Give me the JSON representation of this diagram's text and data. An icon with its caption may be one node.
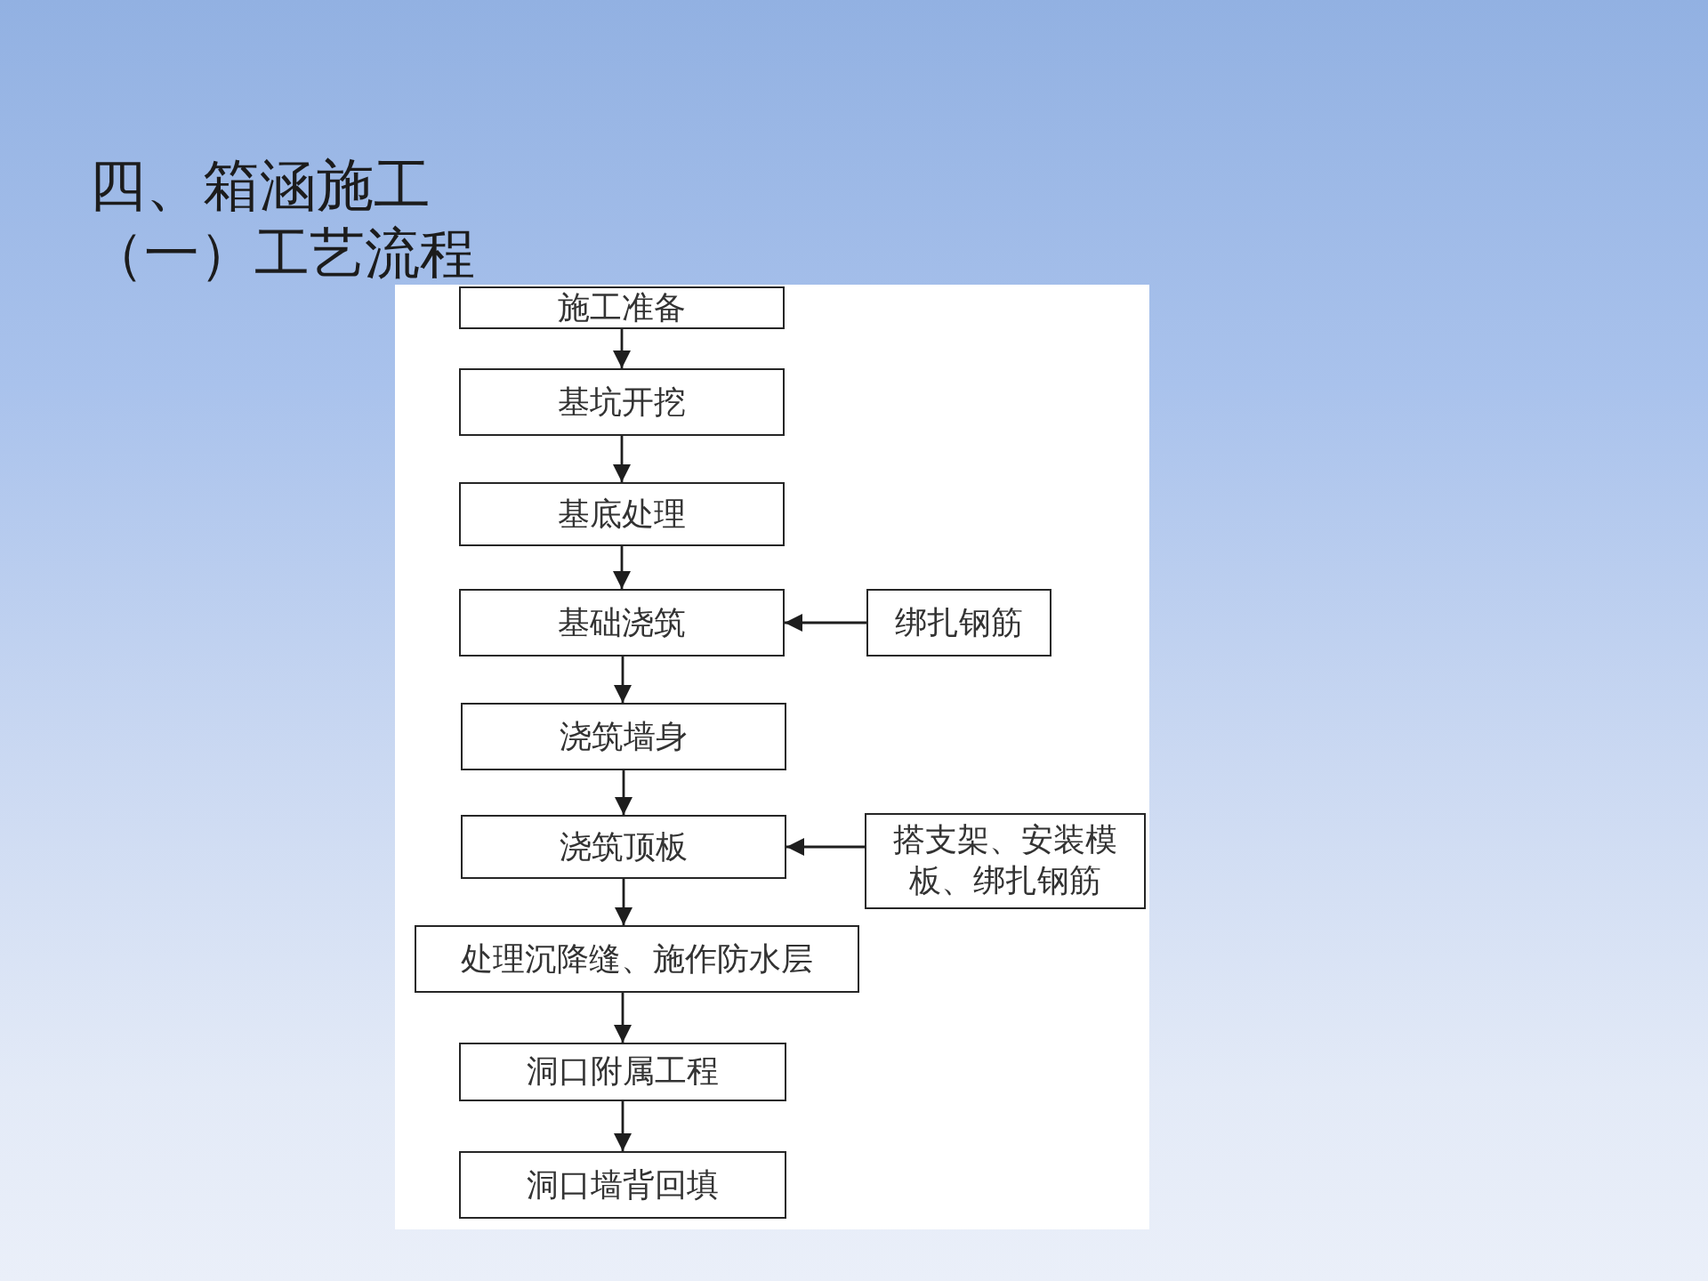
{
  "diagram": {
    "title": "四、箱涵施工",
    "labels": [
      "（一）工艺流程"
    ],
    "nodes": [
      {
        "text": [
          "施工准备"
        ]
      },
      {
        "text": [
          "基坑开挖"
        ]
      },
      {
        "text": [
          "基底处理"
        ]
      },
      {
        "text": [
          "基础浇筑"
        ]
      },
      {
        "text": [
          "绑扎钢筋"
        ]
      },
      {
        "text": [
          "浇筑墙身"
        ]
      },
      {
        "text": [
          "浇筑顶板"
        ]
      },
      {
        "text": [
          "搭支架、安装模板、绑扎钢筋"
        ]
      },
      {
        "text": [
          "处理沉降缝、施作防水层"
        ]
      },
      {
        "text": [
          "洞口附属工程"
        ]
      },
      {
        "text": [
          "洞口墙背回填"
        ]
      }
    ],
    "edges": [
      {
        "from": 0,
        "to": 1,
        "arrow": "to"
      },
      {
        "from": 1,
        "to": 2,
        "arrow": "to"
      },
      {
        "from": 2,
        "to": 3,
        "arrow": "to"
      },
      {
        "from": 4,
        "to": 3,
        "arrow": "to"
      },
      {
        "from": 3,
        "to": 5,
        "arrow": "to"
      },
      {
        "from": 5,
        "to": 6,
        "arrow": "to"
      },
      {
        "from": 7,
        "to": 6,
        "arrow": "to"
      },
      {
        "from": 6,
        "to": 8,
        "arrow": "to"
      },
      {
        "from": 8,
        "to": 9,
        "arrow": "to"
      },
      {
        "from": 9,
        "to": 10,
        "arrow": "to"
      }
    ]
  }
}
